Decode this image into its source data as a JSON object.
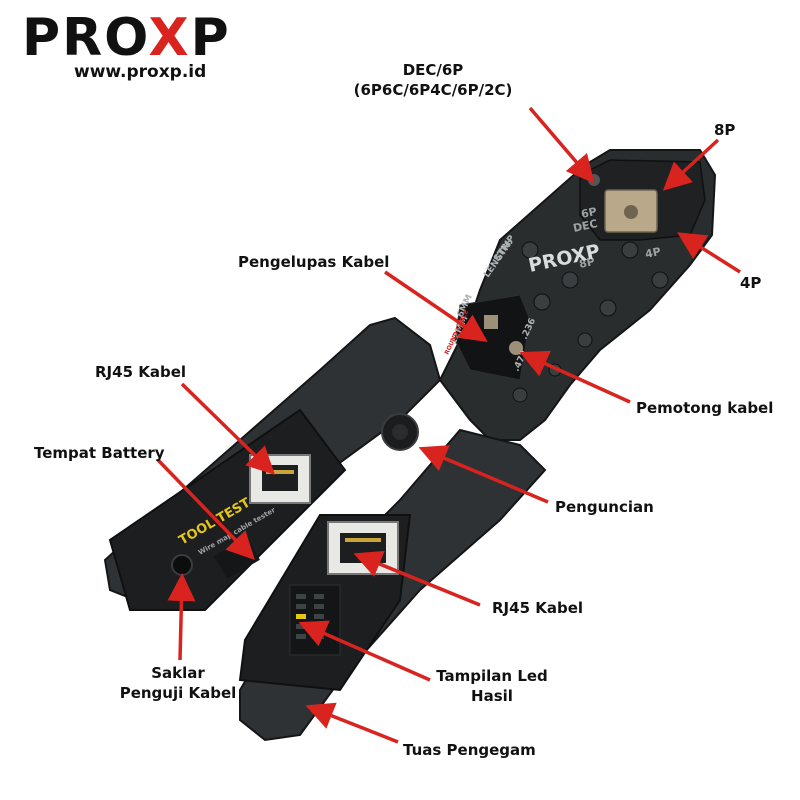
{
  "brand": {
    "logo_text": "PROXP",
    "url": "www.proxp.id"
  },
  "colors": {
    "arrow": "#d9231e",
    "tool_body": "#2a2d2e",
    "tool_dark": "#1a1c1d",
    "accent_yellow": "#e6c619",
    "metal": "#b9a98a"
  },
  "labels": {
    "dec_6p_line1": "DEC/6P",
    "dec_6p_line2": "(6P6C/6P4C/6P/2C)",
    "port_8p": "8P",
    "port_4p": "4P",
    "pengelupas_kabel": "Pengelupas Kabel",
    "pemotong_kabel": "Pemotong kabel",
    "penguncian": "Penguncian",
    "rj45_kabel_top": "RJ45 Kabel",
    "rj45_kabel_bottom": "RJ45 Kabel",
    "tempat_battery": "Tempat Battery",
    "saklar_line1": "Saklar",
    "saklar_line2": "Penguji Kabel",
    "tampilan_led_line1": "Tampilan Led",
    "tampilan_led_line2": "Hasil",
    "tuas_pengegam": "Tuas Pengegam"
  },
  "tool_print": {
    "head_6p": "6P",
    "head_dec": "DEC",
    "head_8p": "8P",
    "head_4p": "4P",
    "head_brand": "PROXP",
    "strip_line1": "STRIP",
    "strip_line2": "LENGTH:",
    "strip_6mm": "6MM",
    "strip_12mm": "12MM",
    "strip_236": ".236",
    "strip_472": ".472",
    "round_cable": "ROUND CABLE",
    "tool_test": "TOOL TEST",
    "wire_map": "Wire map cable tester"
  }
}
